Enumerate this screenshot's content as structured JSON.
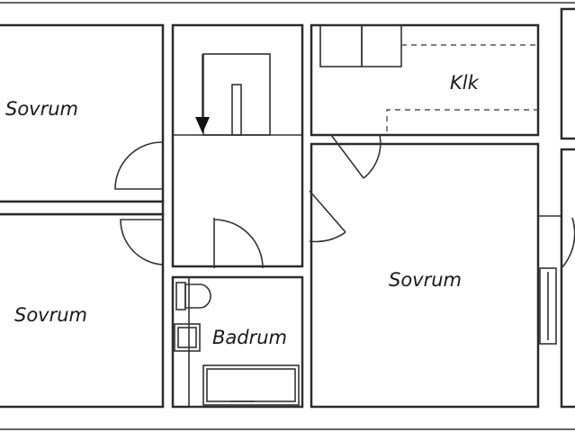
{
  "rooms": {
    "bedroom_top_left": "Sovrum",
    "bedroom_bottom_left": "Sovrum",
    "kitchen": "Klk",
    "bedroom_right": "Sovrum",
    "bathroom": "Badrum"
  },
  "colors": {
    "wall": "#2b2b2b",
    "background": "#ffffff"
  }
}
